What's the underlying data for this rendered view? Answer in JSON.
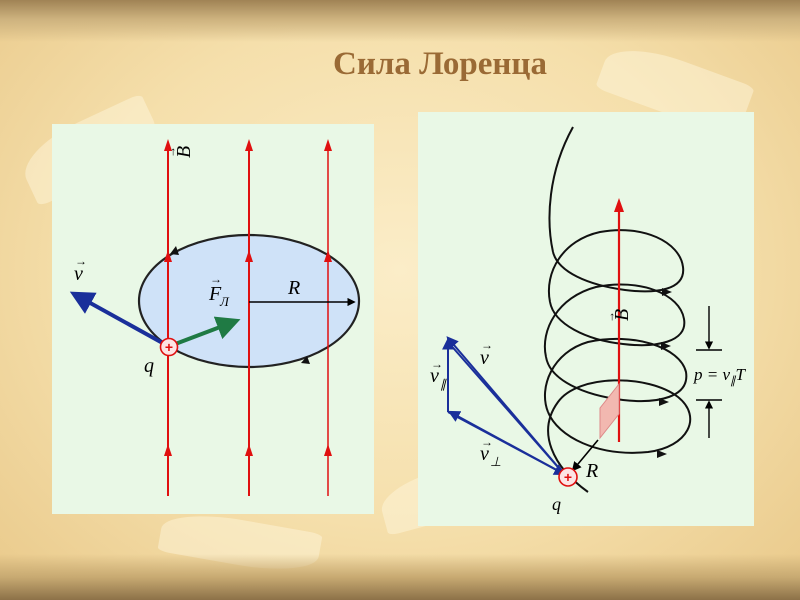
{
  "slide": {
    "title": "Сила Лоренца"
  },
  "left_diagram": {
    "label_B": "B",
    "label_v": "v",
    "label_F": "F",
    "label_F_sub": "Л",
    "label_R": "R",
    "label_q": "q",
    "charge_sign": "+",
    "colors": {
      "field": "#e01010",
      "orbit_fill": "#cfe2f8",
      "velocity": "#1a2f9a",
      "force": "#1f7a44"
    }
  },
  "right_diagram": {
    "label_B": "B",
    "label_v": "v",
    "label_v_par": "v",
    "label_v_par_sub": "∥",
    "label_v_perp": "v",
    "label_v_perp_sub": "⊥",
    "label_pitch": "p = v",
    "label_pitch_sub": "∥",
    "label_pitch_T": "T",
    "label_R": "R",
    "label_q": "q",
    "charge_sign": "+",
    "colors": {
      "field": "#e01010",
      "helix": "#111111",
      "velocity": "#1a2f9a",
      "plane": "#f2b8b0"
    }
  }
}
